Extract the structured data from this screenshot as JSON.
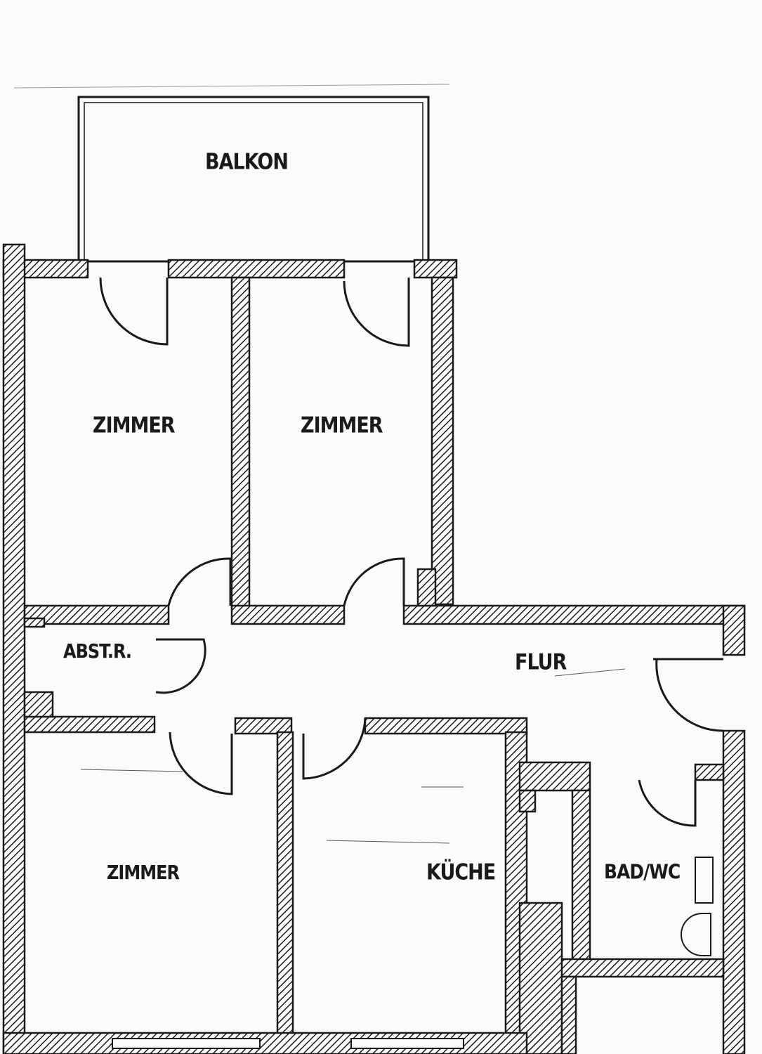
{
  "rooms": {
    "balcony": "BALKON",
    "room_top_left": "ZIMMER",
    "room_top_right": "ZIMMER",
    "storage": "ABST.R.",
    "hallway": "FLUR",
    "room_bottom_left": "ZIMMER",
    "kitchen": "KÜCHE",
    "bathroom": "BAD/WC"
  },
  "colors": {
    "wall": "#1a1a1a",
    "paper": "#fbfbfa"
  }
}
